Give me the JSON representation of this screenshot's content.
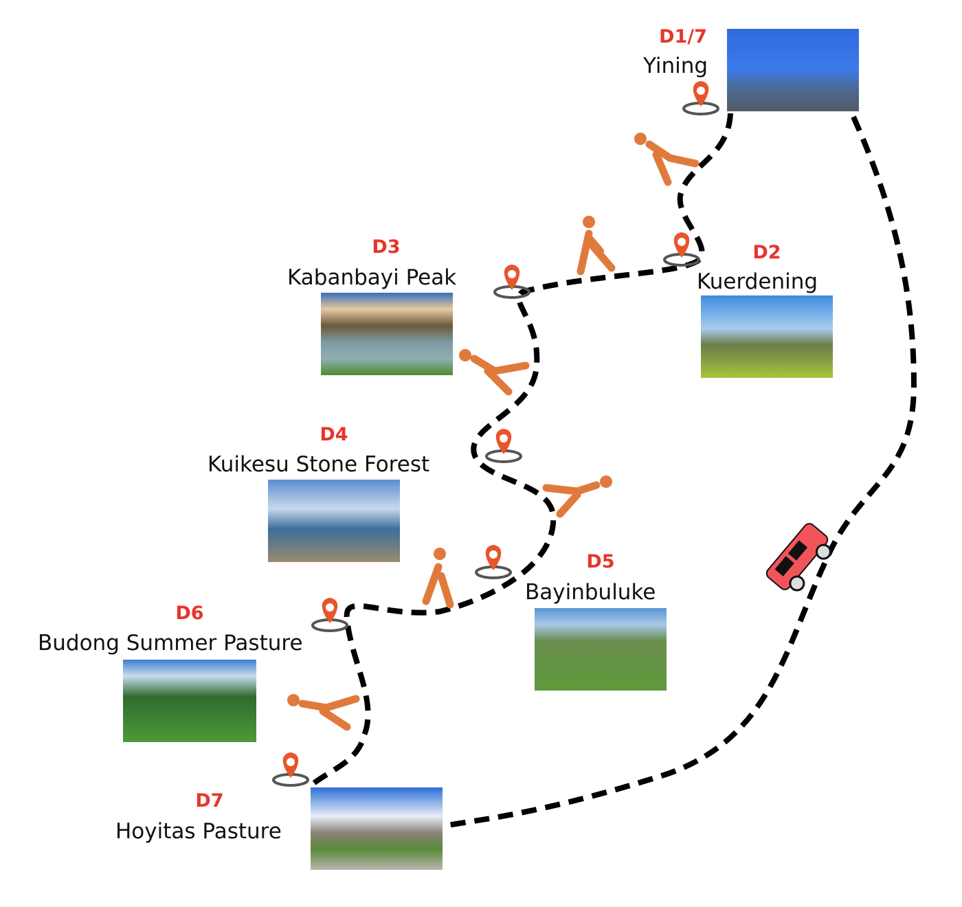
{
  "title": "7-day hiking itinerary route map",
  "colors": {
    "day_label": "#e8342b",
    "route": "#000000",
    "walker": "#e07a3c",
    "pin": "#e8552b",
    "car": "#f2545b"
  },
  "stops": [
    {
      "day": "D1/7",
      "name": "Yining"
    },
    {
      "day": "D2",
      "name": "Kuerdening"
    },
    {
      "day": "D3",
      "name": "Kabanbayi Peak"
    },
    {
      "day": "D4",
      "name": "Kuikesu Stone Forest"
    },
    {
      "day": "D5",
      "name": "Bayinbuluke"
    },
    {
      "day": "D6",
      "name": "Budong Summer Pasture"
    },
    {
      "day": "D7",
      "name": "Hoyitas Pasture"
    }
  ],
  "legend": {
    "walk_icon": "hiker-icon",
    "drive_icon": "car-icon",
    "stop_icon": "map-pin-icon"
  }
}
